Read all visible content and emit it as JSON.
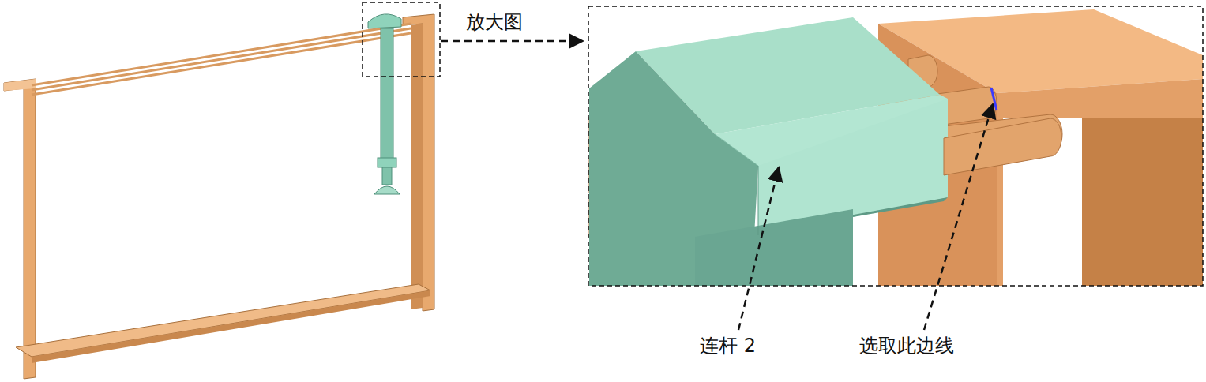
{
  "diagram": {
    "labels": [
      "放大图",
      "连杆 2",
      "选取此边线"
    ]
  }
}
